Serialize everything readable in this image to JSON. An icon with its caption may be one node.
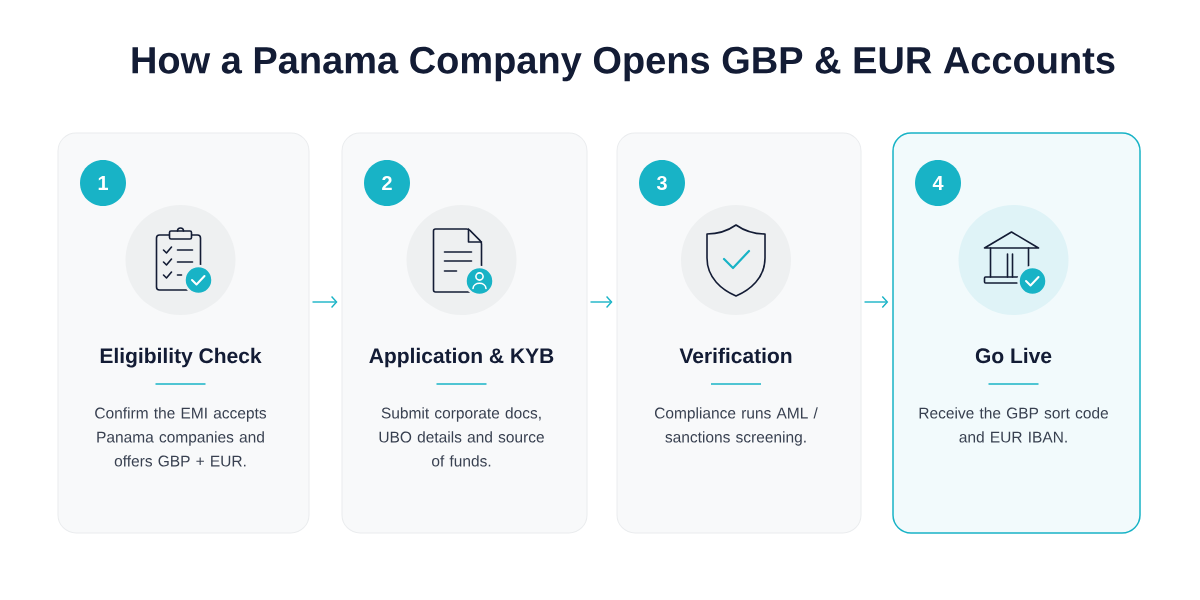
{
  "diagram": {
    "title": "How a Panama Company Opens GBP & EUR Accounts",
    "nodes": [
      {
        "text": [
          "Eligibility Check",
          "Confirm the EMI accepts Panama companies and offers GBP + EUR."
        ]
      },
      {
        "text": [
          "1"
        ],
        "in": 0
      },
      {
        "text": [
          "Application & KYB",
          "Submit corporate docs, UBO details and source of funds."
        ]
      },
      {
        "text": [
          "2"
        ],
        "in": 2
      },
      {
        "text": [
          "Verification",
          "Compliance runs AML / sanctions screening."
        ]
      },
      {
        "text": [
          "3"
        ],
        "in": 4
      },
      {
        "text": [
          "Go Live",
          "Receive the GBP sort code and EUR IBAN."
        ]
      },
      {
        "text": [
          "4"
        ],
        "in": 6
      }
    ],
    "edges": [
      {
        "from": 0,
        "to": 2,
        "arrow": "to"
      },
      {
        "from": 2,
        "to": 4,
        "arrow": "to"
      },
      {
        "from": 4,
        "to": 6,
        "arrow": "to"
      }
    ]
  }
}
